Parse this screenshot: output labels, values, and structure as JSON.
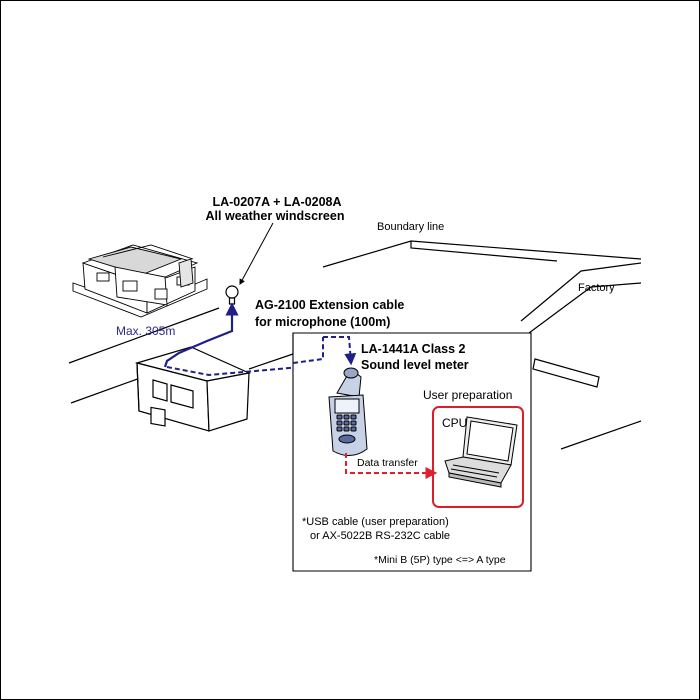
{
  "labels": {
    "windscreen_model": "LA-0207A + LA-0208A",
    "windscreen_name": "All weather windscreen",
    "boundary": "Boundary line",
    "factory": "Factory",
    "cable_model": "AG-2100 Extension cable",
    "cable_desc": "for microphone (100m)",
    "max_length": "Max. 305m",
    "meter_model": "LA-1441A Class 2",
    "meter_name": "Sound level meter",
    "user_prep": "User preparation",
    "cpu": "CPU",
    "data_transfer": "Data transfer",
    "usb_note": "*USB cable (user preparation)",
    "rs232_note": "or AX-5022B  RS-232C cable",
    "mini_note": "*Mini B (5P) type <=> A type"
  },
  "colors": {
    "cable_blue": "#1f1f8c",
    "data_red": "#e0202a",
    "user_box_red": "#d9202a",
    "text_blue": "#2a2a8c",
    "meter_body": "#c8d2e6"
  },
  "icons": [
    "house-illustration",
    "microphone-icon",
    "cabin-illustration",
    "sound-level-meter-icon",
    "laptop-icon"
  ]
}
